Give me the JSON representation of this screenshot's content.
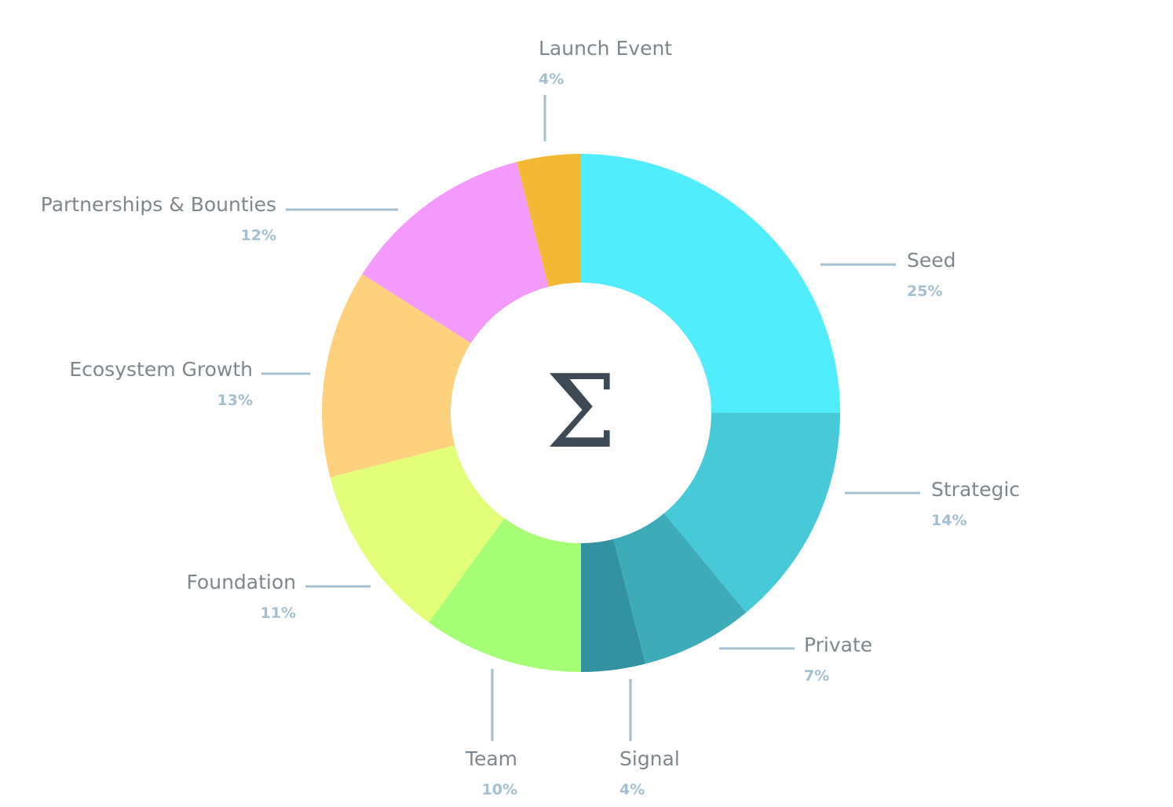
{
  "chart_data": {
    "type": "pie",
    "variant": "donut",
    "center_symbol": "Σ",
    "start_angle_deg": 0,
    "direction": "clockwise",
    "slices": [
      {
        "label": "Seed",
        "value": 25,
        "value_label": "25%",
        "color": "#52edfd"
      },
      {
        "label": "Strategic",
        "value": 14,
        "value_label": "14%",
        "color": "#47c9d8"
      },
      {
        "label": "Private",
        "value": 7,
        "value_label": "7%",
        "color": "#3eabb9"
      },
      {
        "label": "Signal",
        "value": 4,
        "value_label": "4%",
        "color": "#33929f"
      },
      {
        "label": "Team",
        "value": 10,
        "value_label": "10%",
        "color": "#a6fe76"
      },
      {
        "label": "Foundation",
        "value": 11,
        "value_label": "11%",
        "color": "#e3fe78"
      },
      {
        "label": "Ecosystem Growth",
        "value": 13,
        "value_label": "13%",
        "color": "#fed17e"
      },
      {
        "label": "Partnerships & Bounties",
        "value": 12,
        "value_label": "12%",
        "color": "#f39afc"
      },
      {
        "label": "Launch Event",
        "value": 4,
        "value_label": "4%",
        "color": "#f3b934"
      }
    ]
  }
}
